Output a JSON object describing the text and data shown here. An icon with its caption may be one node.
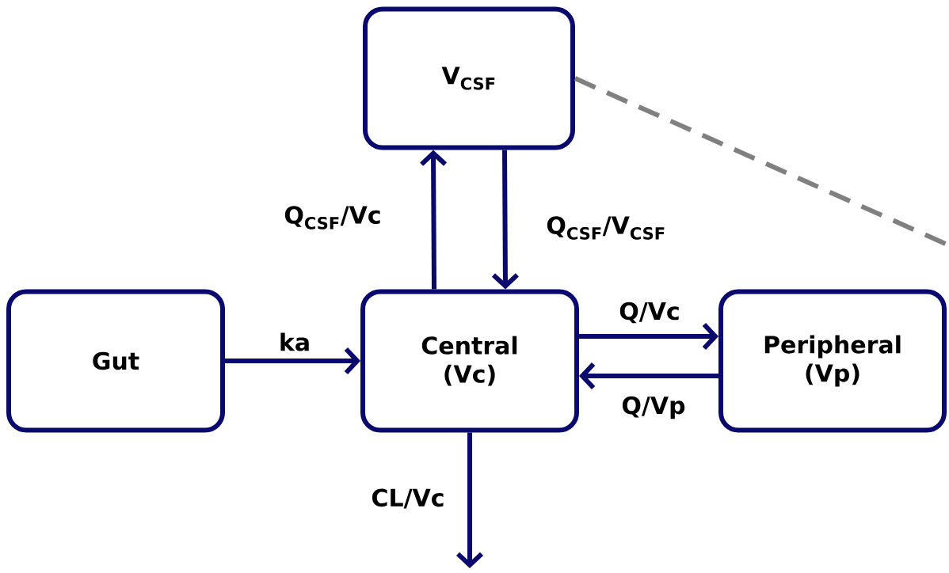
{
  "diagram": {
    "nodes": [
      {
        "text": [
          "V$_{CSF}$"
        ]
      },
      {
        "text": [
          "Gut"
        ]
      },
      {
        "text": [
          "Central (Vc)"
        ]
      },
      {
        "text": [
          "Peripheral (Vp)"
        ]
      }
    ],
    "edges": [
      {
        "from": 1,
        "to": 2,
        "arrow": "to",
        "label": "ka"
      },
      {
        "from": 2,
        "to": 0,
        "arrow": "to",
        "label": "Q$_{CSF}$/Vc"
      },
      {
        "from": 0,
        "to": 2,
        "arrow": "to",
        "label": "Q$_{CSF}$/V$_{CSF}$"
      },
      {
        "from": 2,
        "to": 3,
        "arrow": "to",
        "label": "Q/Vc"
      },
      {
        "from": 3,
        "to": 2,
        "arrow": "to",
        "label": "Q/Vp"
      },
      {
        "from": 2,
        "to": null,
        "arrow": "to",
        "label": "CL/Vc"
      },
      {
        "from": 0,
        "to": null,
        "arrow": "none",
        "style": "dashed",
        "color": "#808080"
      }
    ]
  }
}
